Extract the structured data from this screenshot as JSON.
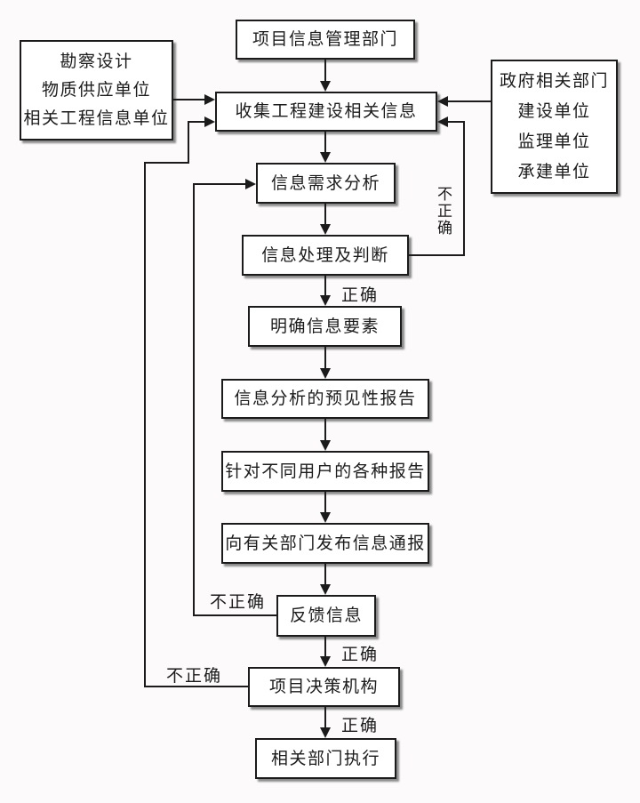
{
  "diagram": {
    "title_hint": "project-information-management-flowchart",
    "nodes": {
      "project_info_dept": {
        "label": "项目信息管理部门"
      },
      "left_sources": {
        "lines": [
          "勘察设计",
          "物质供应单位",
          "相关工程信息单位"
        ]
      },
      "right_sources": {
        "lines": [
          "政府相关部门",
          "建设单位",
          "监理单位",
          "承建单位"
        ]
      },
      "collect": {
        "label": "收集工程建设相关信息"
      },
      "demand_analysis": {
        "label": "信息需求分析"
      },
      "process_judge": {
        "label": "信息处理及判断"
      },
      "clarify_elements": {
        "label": "明确信息要素"
      },
      "forecast_report": {
        "label": "信息分析的预见性报告"
      },
      "user_reports": {
        "label": "针对不同用户的各种报告"
      },
      "publish_notice": {
        "label": "向有关部门发布信息通报"
      },
      "feedback": {
        "label": "反馈信息"
      },
      "decision_body": {
        "label": "项目决策机构"
      },
      "execute": {
        "label": "相关部门执行"
      }
    },
    "edge_labels": {
      "correct_after_process": "正确",
      "correct_after_feedback": "正确",
      "correct_after_decision": "正确",
      "incorrect_process_to_collect": "不正确",
      "incorrect_feedback_to_demand": "不正确",
      "incorrect_decision_to_collect": "不正确"
    },
    "colors": {
      "line": "#1b1b1b",
      "box_background": "#ffffff",
      "page_background": "#fcfafa",
      "shadow": "#777777"
    }
  }
}
